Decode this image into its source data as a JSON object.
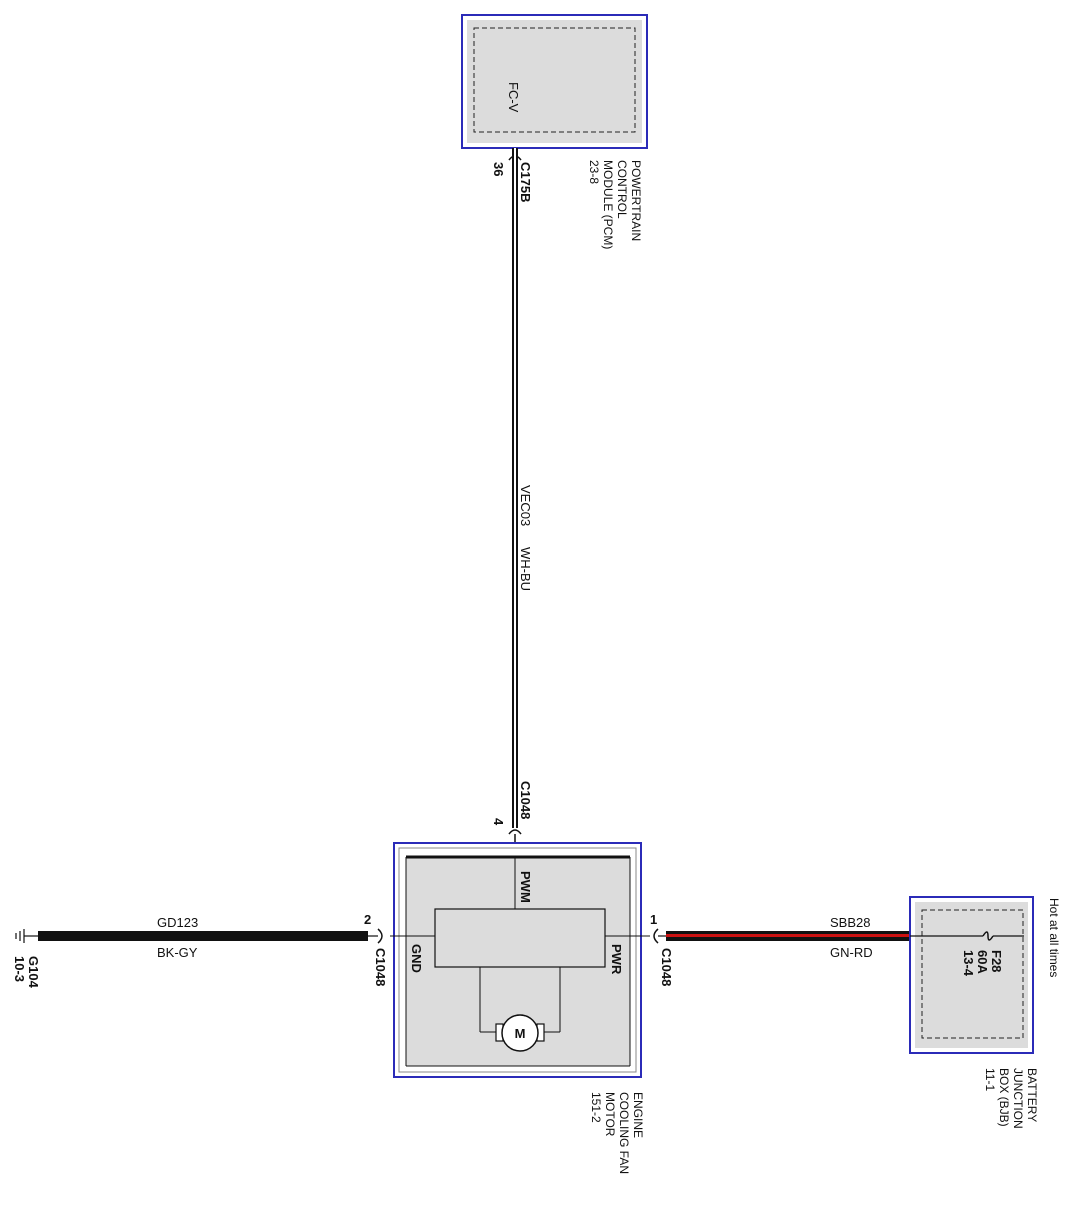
{
  "pcm": {
    "pin_function": "FC-V",
    "pin_number": "36",
    "connector": "C175B",
    "name_lines": [
      "POWERTRAIN",
      "CONTROL",
      "MODULE (PCM)",
      "23-8"
    ]
  },
  "wire_vertical": {
    "circuit": "VEC03",
    "color": "WH-BU"
  },
  "fan": {
    "pwm_connector": "C1048",
    "pwm_pin": "4",
    "pwm_label": "PWM",
    "gnd_label": "GND",
    "pwr_label": "PWR",
    "gnd_pin": "2",
    "gnd_connector": "C1048",
    "pwr_pin": "1",
    "pwr_connector": "C1048",
    "motor_symbol": "M",
    "name_lines": [
      "ENGINE",
      "COOLING FAN",
      "MOTOR",
      "151-2"
    ]
  },
  "ground": {
    "circuit": "GD123",
    "color": "BK-GY",
    "id": "G104",
    "ref": "10-3"
  },
  "power": {
    "circuit": "SBB28",
    "color": "GN-RD",
    "hot_label": "Hot at all times"
  },
  "bjb": {
    "fuse_lines": [
      "F28",
      "60A",
      "13-4"
    ],
    "name_lines": [
      "BATTERY",
      "JUNCTION",
      "BOX (BJB)",
      "11-1"
    ]
  },
  "colors": {
    "module_border": "#2b2bb8",
    "module_fill": "#dcdcdc",
    "wire_black": "#111111",
    "wire_red": "#cc1111"
  }
}
